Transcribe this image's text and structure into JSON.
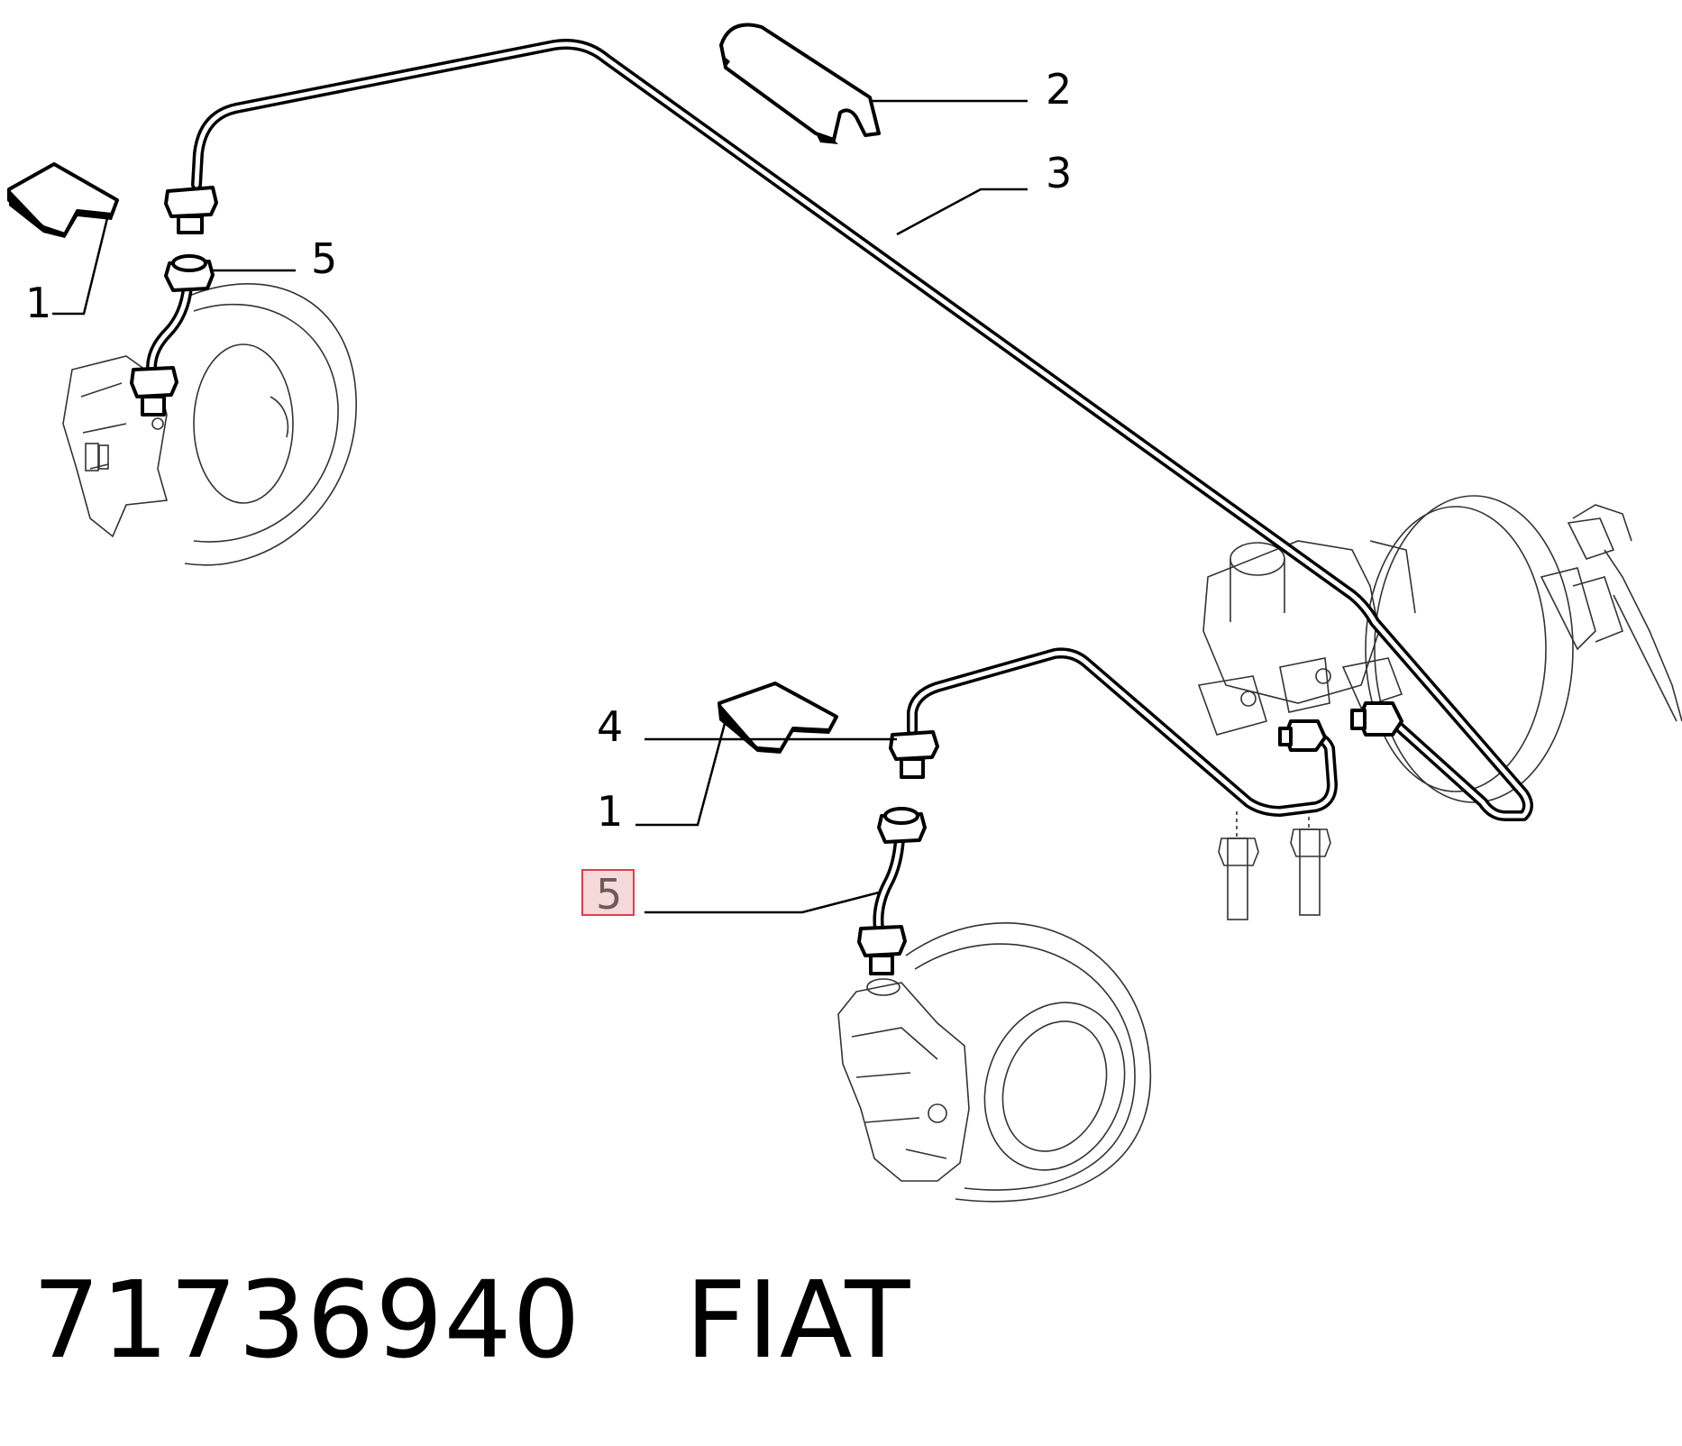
{
  "callouts": [
    {
      "id": "1-upper",
      "label": "1"
    },
    {
      "id": "2",
      "label": "2"
    },
    {
      "id": "3",
      "label": "3"
    },
    {
      "id": "5-upper",
      "label": "5"
    },
    {
      "id": "4",
      "label": "4"
    },
    {
      "id": "1-lower",
      "label": "1"
    },
    {
      "id": "5-lower",
      "label": "5",
      "highlighted": true
    }
  ],
  "caption": {
    "part_number": "71736940",
    "brand": "FIAT"
  },
  "colors": {
    "highlight_border": "#d9414b",
    "highlight_fill": "#f6dada",
    "line": "#000000"
  }
}
